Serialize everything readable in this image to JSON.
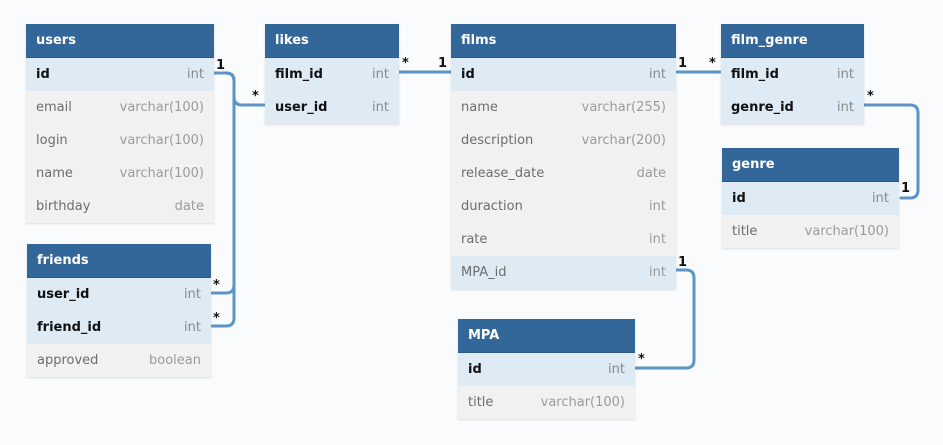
{
  "accent_color": "#336699",
  "line_color": "#5b94c5",
  "tables": {
    "users": {
      "name": "users",
      "rows": [
        {
          "name": "id",
          "type": "int"
        },
        {
          "name": "email",
          "type": "varchar(100)"
        },
        {
          "name": "login",
          "type": "varchar(100)"
        },
        {
          "name": "name",
          "type": "varchar(100)"
        },
        {
          "name": "birthday",
          "type": "date"
        }
      ]
    },
    "likes": {
      "name": "likes",
      "rows": [
        {
          "name": "film_id",
          "type": "int"
        },
        {
          "name": "user_id",
          "type": "int"
        }
      ]
    },
    "films": {
      "name": "films",
      "rows": [
        {
          "name": "id",
          "type": "int"
        },
        {
          "name": "name",
          "type": "varchar(255)"
        },
        {
          "name": "description",
          "type": "varchar(200)"
        },
        {
          "name": "release_date",
          "type": "date"
        },
        {
          "name": "duraction",
          "type": "int"
        },
        {
          "name": "rate",
          "type": "int"
        },
        {
          "name": "MPA_id",
          "type": "int"
        }
      ]
    },
    "film_genre": {
      "name": "film_genre",
      "rows": [
        {
          "name": "film_id",
          "type": "int"
        },
        {
          "name": "genre_id",
          "type": "int"
        }
      ]
    },
    "genre": {
      "name": "genre",
      "rows": [
        {
          "name": "id",
          "type": "int"
        },
        {
          "name": "title",
          "type": "varchar(100)"
        }
      ]
    },
    "friends": {
      "name": "friends",
      "rows": [
        {
          "name": "user_id",
          "type": "int"
        },
        {
          "name": "friend_id",
          "type": "int"
        },
        {
          "name": "approved",
          "type": "boolean"
        }
      ]
    },
    "mpa": {
      "name": "MPA",
      "rows": [
        {
          "name": "id",
          "type": "int"
        },
        {
          "name": "title",
          "type": "varchar(100)"
        }
      ]
    }
  },
  "cardinalities": {
    "users_likes_one": "1",
    "users_likes_many": "*",
    "users_friends_user_many": "*",
    "users_friends_friend_many": "*",
    "likes_films_many": "*",
    "likes_films_one": "1",
    "films_filmgenre_one": "1",
    "films_filmgenre_many": "*",
    "filmgenre_genre_many": "*",
    "filmgenre_genre_one": "1",
    "films_mpa_one": "1",
    "films_mpa_many": "*"
  }
}
